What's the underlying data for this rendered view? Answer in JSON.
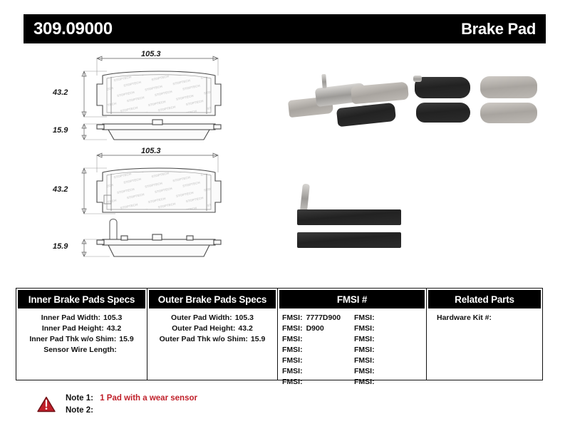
{
  "header": {
    "part_number": "309.09000",
    "product_type": "Brake Pad"
  },
  "drawings": {
    "top": {
      "width_dim": "105.3",
      "height_dim": "43.2",
      "thickness_dim": "15.9",
      "watermark": "STOPTECH"
    },
    "bottom": {
      "width_dim": "105.3",
      "height_dim": "43.2",
      "thickness_dim": "15.9",
      "watermark": "STOPTECH"
    }
  },
  "table": {
    "columns": [
      {
        "header": "Inner Brake Pads Specs",
        "rows": [
          {
            "label": "Inner Pad Width:",
            "value": "105.3"
          },
          {
            "label": "Inner Pad Height:",
            "value": "43.2"
          },
          {
            "label": "Inner Pad Thk w/o Shim:",
            "value": "15.9"
          },
          {
            "label": "Sensor Wire Length:",
            "value": ""
          }
        ]
      },
      {
        "header": "Outer Brake Pads Specs",
        "rows": [
          {
            "label": "Outer Pad Width:",
            "value": "105.3"
          },
          {
            "label": "Outer Pad Height:",
            "value": "43.2"
          },
          {
            "label": "Outer Pad Thk w/o Shim:",
            "value": "15.9"
          },
          {
            "label": "",
            "value": ""
          }
        ]
      }
    ],
    "fmsi": {
      "header": "FMSI #",
      "left_column": [
        {
          "label": "FMSI:",
          "value": "7777D900"
        },
        {
          "label": "FMSI:",
          "value": "D900"
        },
        {
          "label": "FMSI:",
          "value": ""
        },
        {
          "label": "FMSI:",
          "value": ""
        },
        {
          "label": "FMSI:",
          "value": ""
        },
        {
          "label": "FMSI:",
          "value": ""
        },
        {
          "label": "FMSI:",
          "value": ""
        }
      ],
      "right_column": [
        {
          "label": "FMSI:",
          "value": ""
        },
        {
          "label": "FMSI:",
          "value": ""
        },
        {
          "label": "FMSI:",
          "value": ""
        },
        {
          "label": "FMSI:",
          "value": ""
        },
        {
          "label": "FMSI:",
          "value": ""
        },
        {
          "label": "FMSI:",
          "value": ""
        },
        {
          "label": "FMSI:",
          "value": ""
        }
      ]
    },
    "related_parts": {
      "header": "Related Parts",
      "rows": [
        {
          "label": "Hardware Kit #:",
          "value": ""
        }
      ]
    }
  },
  "notes": {
    "warning_icon": "warning-triangle-icon",
    "note1_label": "Note 1:",
    "note1_text": "1 Pad with a wear sensor",
    "note2_label": "Note 2:",
    "note2_text": ""
  },
  "colors": {
    "header_bg": "#000000",
    "header_text": "#ffffff",
    "note_accent": "#c0202a",
    "table_border": "#111111"
  }
}
